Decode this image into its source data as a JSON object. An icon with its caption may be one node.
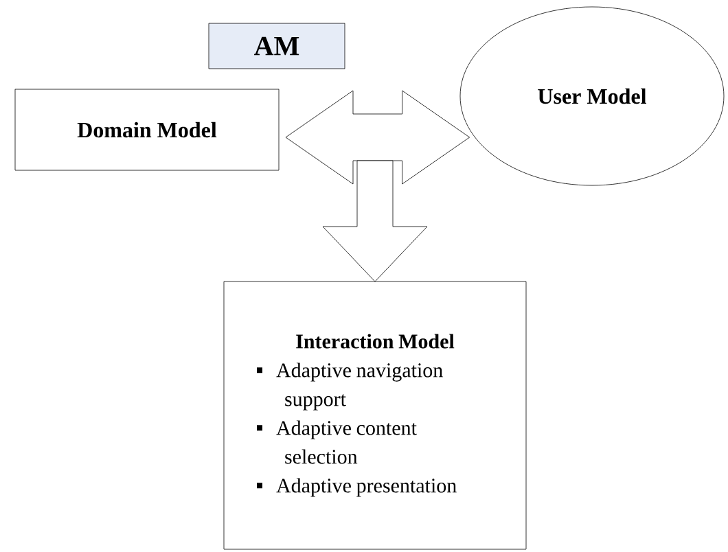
{
  "diagram": {
    "nodes": [
      {
        "text": [
          "AM"
        ]
      },
      {
        "text": [
          "Domain Model"
        ]
      },
      {
        "text": [
          "User Model"
        ]
      },
      {
        "text": [
          "Interaction Model",
          "Adaptive navigation support",
          "Adaptive content selection",
          "Adaptive presentation"
        ]
      }
    ],
    "edges": [
      {
        "from": 1,
        "to": 2,
        "arrow": "both"
      },
      {
        "from": null,
        "to": 3,
        "arrow": "to"
      }
    ]
  }
}
